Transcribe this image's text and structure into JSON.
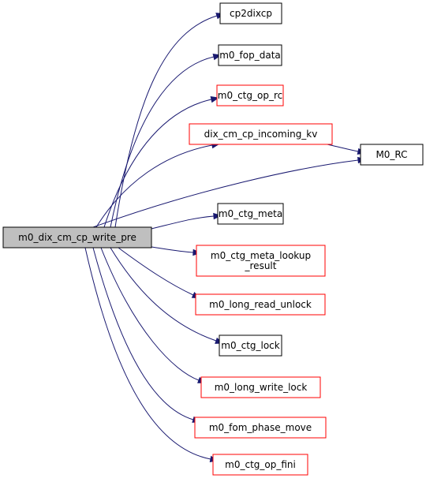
{
  "colors": {
    "edge": "#191970",
    "root_fill": "#bfbfbf",
    "root_border": "#000000",
    "link_border_documented": "#000000",
    "link_border_undocumented": "#ff0000",
    "node_fill": "#ffffff"
  },
  "nodes": [
    {
      "id": "root",
      "label": [
        "m0_dix_cm_cp_write_pre"
      ],
      "kind": "root"
    },
    {
      "id": "cp2dixcp",
      "label": [
        "cp2dixcp"
      ],
      "kind": "documented"
    },
    {
      "id": "m0_fop_data",
      "label": [
        "m0_fop_data"
      ],
      "kind": "documented"
    },
    {
      "id": "m0_ctg_op_rc",
      "label": [
        "m0_ctg_op_rc"
      ],
      "kind": "undocumented"
    },
    {
      "id": "dix_cm_cp_incoming_kv",
      "label": [
        "dix_cm_cp_incoming_kv"
      ],
      "kind": "undocumented"
    },
    {
      "id": "M0_RC",
      "label": [
        "M0_RC"
      ],
      "kind": "documented"
    },
    {
      "id": "m0_ctg_meta",
      "label": [
        "m0_ctg_meta"
      ],
      "kind": "documented"
    },
    {
      "id": "m0_ctg_meta_lookup_result",
      "label": [
        "m0_ctg_meta_lookup",
        "_result"
      ],
      "kind": "undocumented"
    },
    {
      "id": "m0_long_read_unlock",
      "label": [
        "m0_long_read_unlock"
      ],
      "kind": "undocumented"
    },
    {
      "id": "m0_ctg_lock",
      "label": [
        "m0_ctg_lock"
      ],
      "kind": "documented"
    },
    {
      "id": "m0_long_write_lock",
      "label": [
        "m0_long_write_lock"
      ],
      "kind": "undocumented"
    },
    {
      "id": "m0_fom_phase_move",
      "label": [
        "m0_fom_phase_move"
      ],
      "kind": "undocumented"
    },
    {
      "id": "m0_ctg_op_fini",
      "label": [
        "m0_ctg_op_fini"
      ],
      "kind": "undocumented"
    }
  ],
  "edges": [
    {
      "from": "root",
      "to": "cp2dixcp"
    },
    {
      "from": "root",
      "to": "m0_fop_data"
    },
    {
      "from": "root",
      "to": "m0_ctg_op_rc"
    },
    {
      "from": "root",
      "to": "dix_cm_cp_incoming_kv"
    },
    {
      "from": "root",
      "to": "M0_RC"
    },
    {
      "from": "root",
      "to": "m0_ctg_meta"
    },
    {
      "from": "root",
      "to": "m0_ctg_meta_lookup_result"
    },
    {
      "from": "root",
      "to": "m0_long_read_unlock"
    },
    {
      "from": "root",
      "to": "m0_ctg_lock"
    },
    {
      "from": "root",
      "to": "m0_long_write_lock"
    },
    {
      "from": "root",
      "to": "m0_fom_phase_move"
    },
    {
      "from": "root",
      "to": "m0_ctg_op_fini"
    },
    {
      "from": "dix_cm_cp_incoming_kv",
      "to": "M0_RC"
    }
  ]
}
